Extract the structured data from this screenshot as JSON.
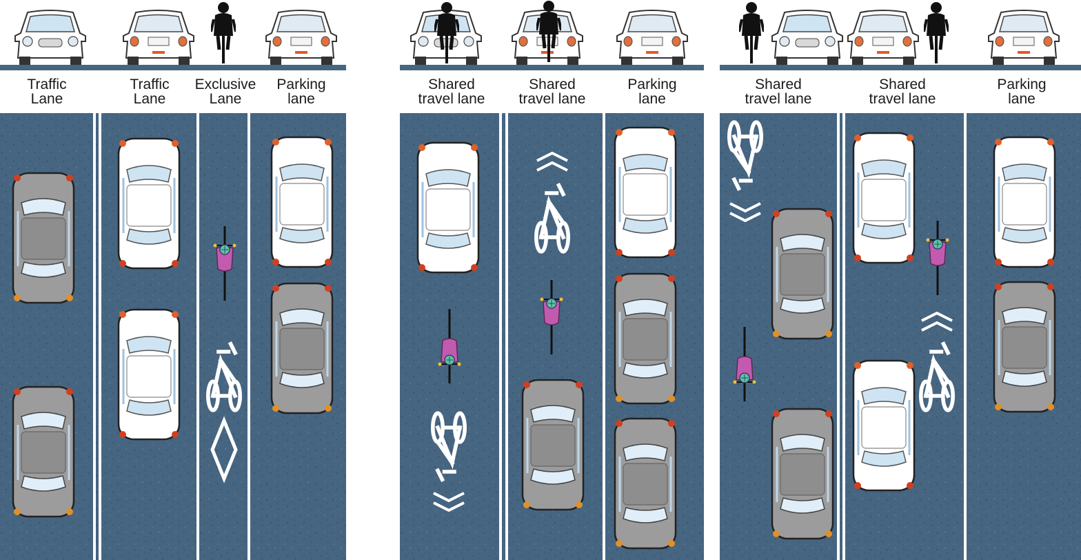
{
  "colors": {
    "road": "#466581",
    "marking": "#ffffff",
    "car_white": "#ffffff",
    "car_gray": "#9c9c9c",
    "cyclist_shirt": "#c25bb0",
    "helmet": "#5fc3a6",
    "label_text": "#1a1a1a"
  },
  "icons": [
    "sedan-front-icon",
    "cyclist-silhouette-icon",
    "sedan-top-icon",
    "cyclist-top-icon",
    "bike-symbol-icon",
    "chevron-icon",
    "diamond-icon"
  ],
  "panels": [
    {
      "id": "exclusive",
      "lane_labels": [
        "Traffic\nLane",
        "Traffic\nLane",
        "Exclusive\nLane",
        "Parking\nlane"
      ]
    },
    {
      "id": "shared-one",
      "lane_labels": [
        "Shared\ntravel lane",
        "Shared\ntravel lane",
        "Parking\nlane"
      ]
    },
    {
      "id": "shared-two",
      "lane_labels": [
        "Shared\ntravel lane",
        "Shared\ntravel lane",
        "Parking\nlane"
      ]
    }
  ]
}
